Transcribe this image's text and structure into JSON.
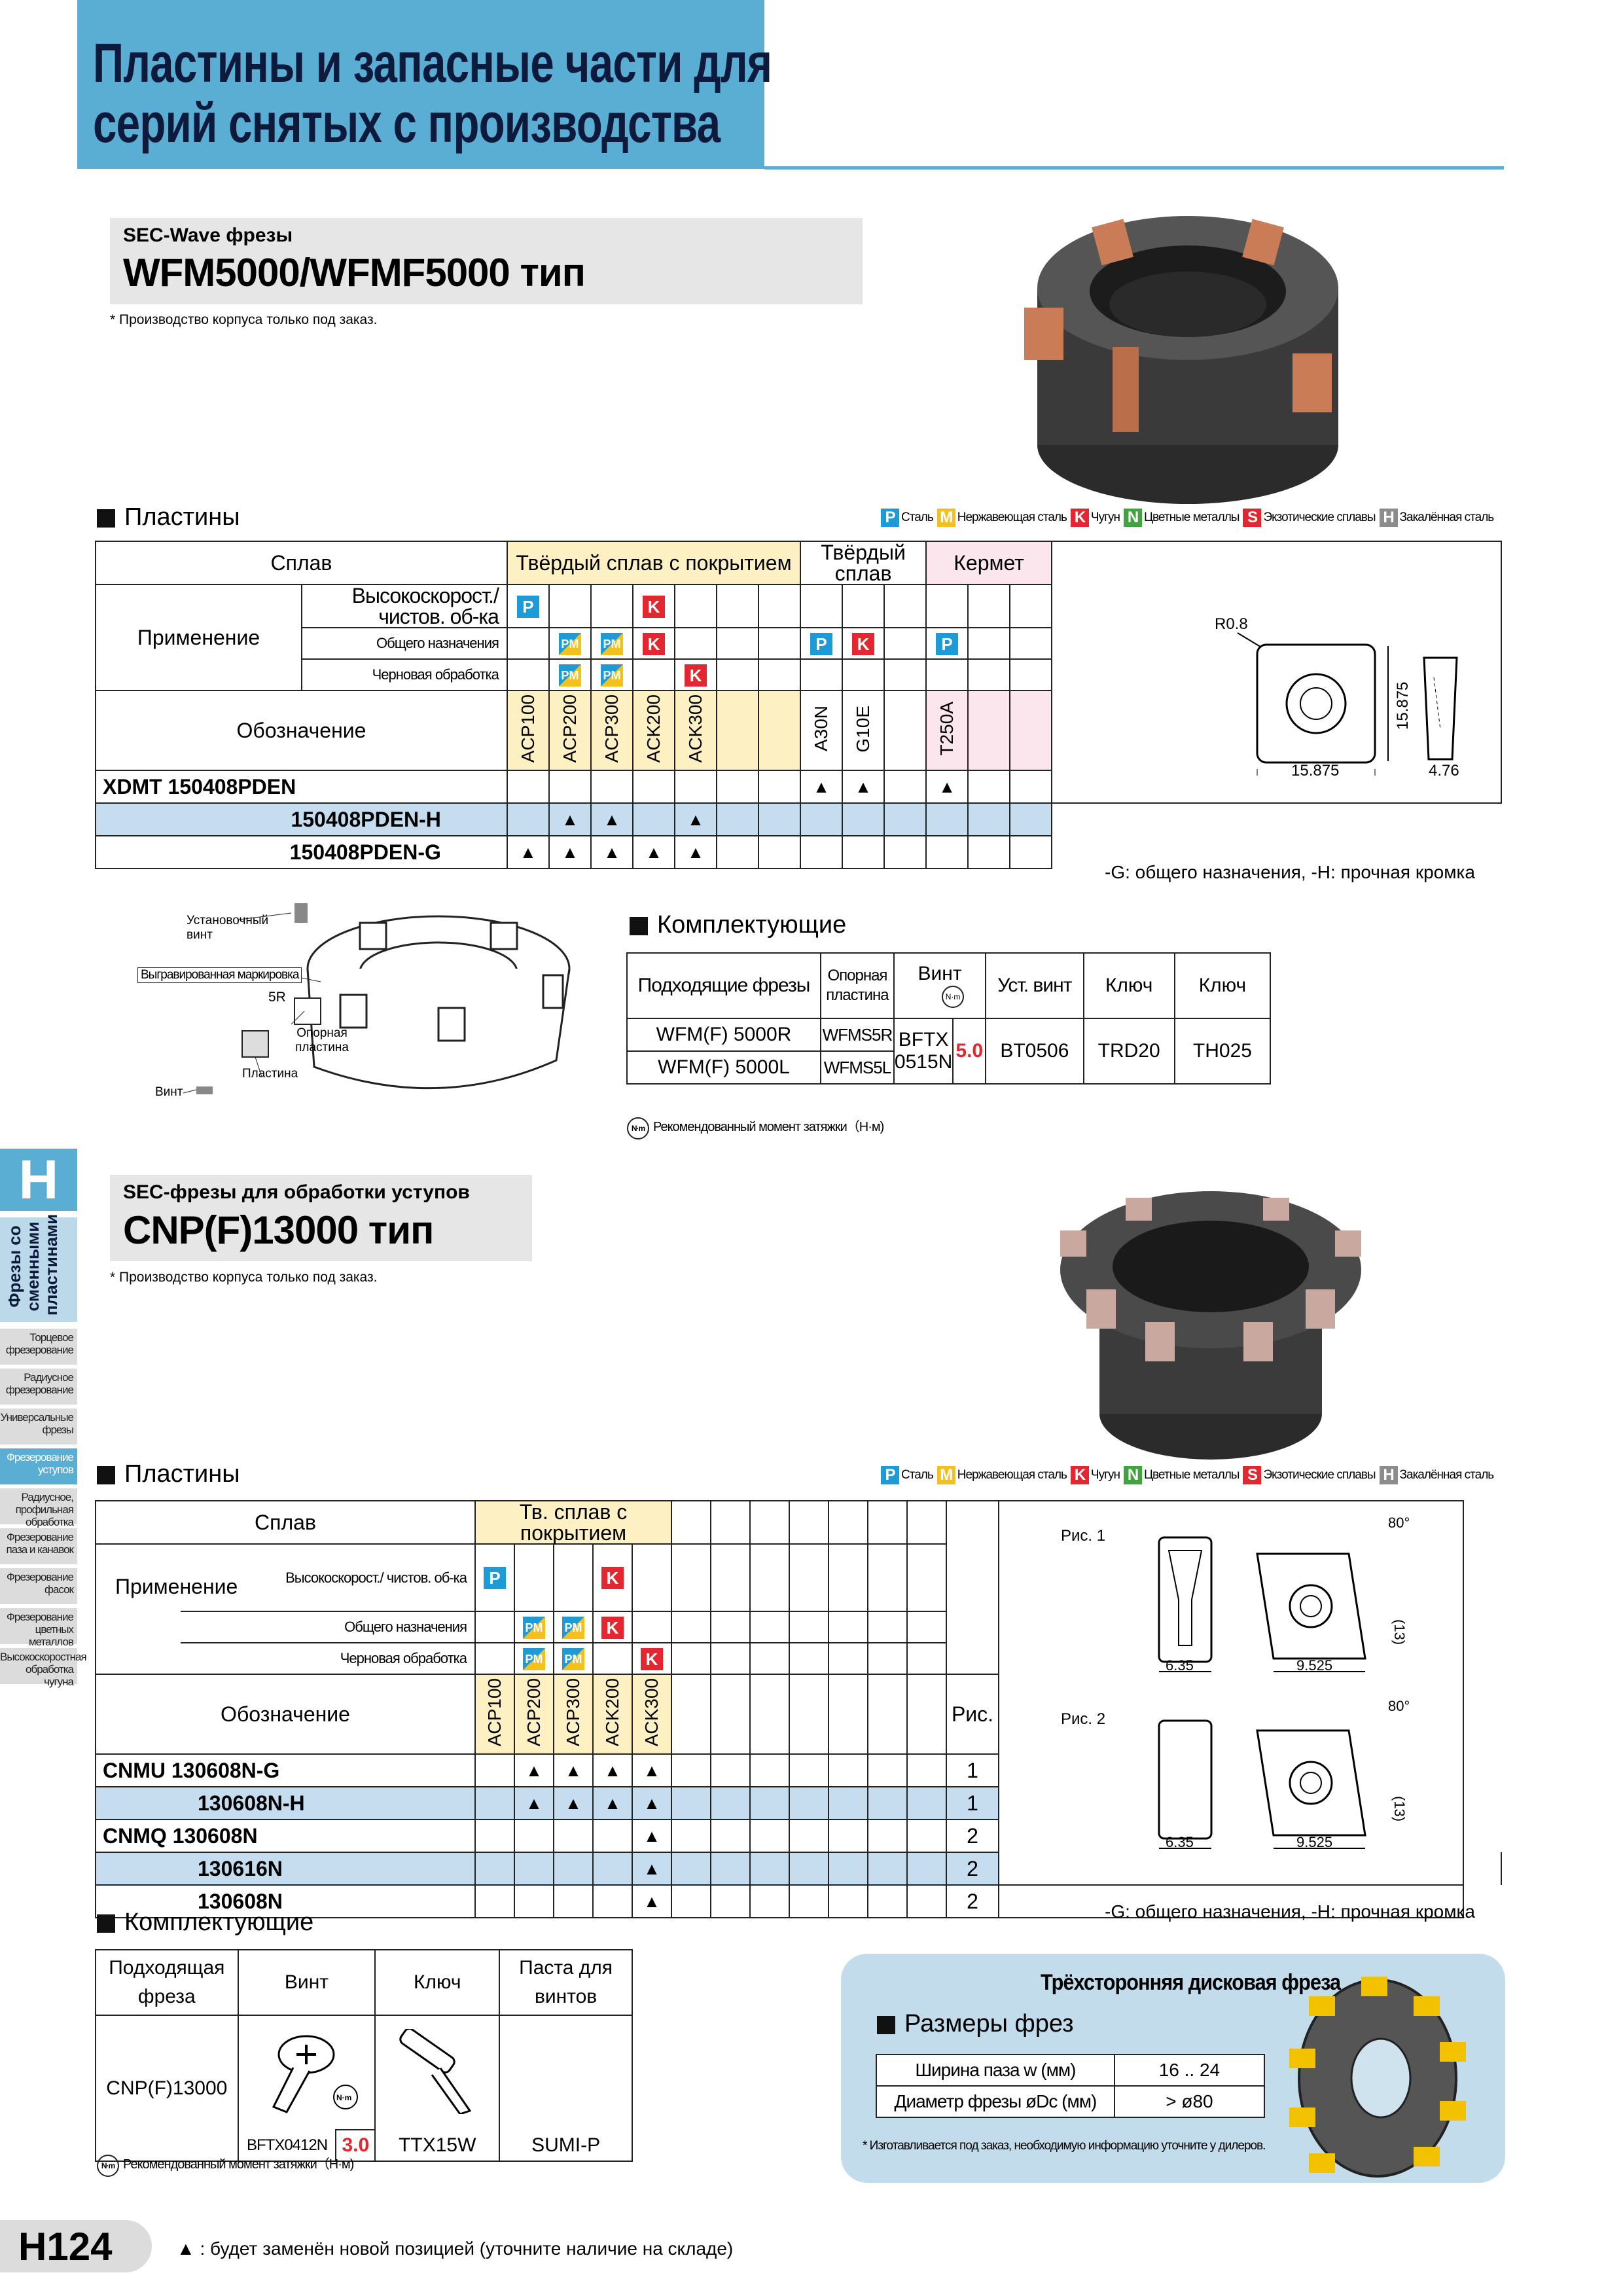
{
  "header": {
    "title_line1": "Пластины и запасные части для",
    "title_line2": "серий снятых с производства"
  },
  "side": {
    "letter": "H",
    "section_label": "Фрезы со сменными пластинами",
    "items": [
      "Торцевое фрезерование",
      "Радиусное фрезерование",
      "Универсальные фрезы",
      "Фрезерование уступов",
      "Радиусное, профильная обработка",
      "Фрезерование паза и канавок",
      "Фрезерование фасок",
      "Фрезерование цветных металлов",
      "Высокоскоростная обработка чугуна"
    ]
  },
  "sec1": {
    "subtitle": "SEC-Wave фрезы",
    "title": "WFM5000/WFMF5000 тип",
    "note": "* Производство корпуса только под заказ."
  },
  "legend": {
    "P": "Сталь",
    "M": "Нержавеющая сталь",
    "K": "Чугун",
    "N": "Цветные металлы",
    "S": "Экзотические сплавы",
    "H": "Закалённая сталь"
  },
  "inserts1": {
    "heading": "Пластины",
    "alloy": "Сплав",
    "coated": "Твёрдый сплав с покрытием",
    "carbide": "Твёрдый сплав",
    "cermet": "Кермет",
    "application": "Применение",
    "app_rows": [
      "Высокоскорост./ чистов. об-ка",
      "Общего назначения",
      "Черновая обработка"
    ],
    "designation": "Обозначение",
    "grades": [
      "ACP100",
      "ACP200",
      "ACP300",
      "ACK200",
      "ACK300",
      "A30N",
      "G10E",
      "T250A"
    ],
    "rows": [
      {
        "prefix": "XDMT",
        "code": "150408PDEN"
      },
      {
        "prefix": "",
        "code": "150408PDEN-H"
      },
      {
        "prefix": "",
        "code": "150408PDEN-G"
      }
    ],
    "dims": {
      "r": "R0.8",
      "a": "15.875",
      "b": "15.875",
      "t": "4.76"
    },
    "footnote": "-G: общего назначения, -H: прочная кромка"
  },
  "diagram1": {
    "screw_set": "Установочный винт",
    "engraving": "Выгравированная маркировка",
    "r5": "5R",
    "support": "Опорная пластина",
    "insert": "Пластина",
    "screw": "Винт"
  },
  "parts1": {
    "heading": "Комплектующие",
    "headers": [
      "Подходящие фрезы",
      "Опорная пластина",
      "Винт",
      "Уст. винт",
      "Ключ",
      "Ключ"
    ],
    "rows": [
      {
        "cutter": "WFM(F) 5000R",
        "plate": "WFMS5R"
      },
      {
        "cutter": "WFM(F) 5000L",
        "plate": "WFMS5L"
      }
    ],
    "screw": "BFTX 0515N",
    "torque": "5.0",
    "set_screw": "BT0506",
    "key1": "TRD20",
    "key2": "TH025",
    "torque_note": "Рекомендованный момент затяжки（Н·м)",
    "nm": "N·m"
  },
  "sec2": {
    "subtitle": "SEC-фрезы для обработки уступов",
    "title": "CNP(F)13000 тип",
    "note": "* Производство корпуса только под заказ."
  },
  "inserts2": {
    "heading": "Пластины",
    "alloy": "Сплав",
    "coated": "Тв. сплав с покрытием",
    "application": "Применение",
    "app_rows": [
      "Высокоскорост./ чистов. об-ка",
      "Общего назначения",
      "Черновая обработка"
    ],
    "designation": "Обозначение",
    "fig": "Рис.",
    "grades": [
      "ACP100",
      "ACP200",
      "ACP300",
      "ACK200",
      "ACK300"
    ],
    "rows": [
      {
        "prefix": "CNMU",
        "code": "130608N-G",
        "fig": "1"
      },
      {
        "prefix": "",
        "code": "130608N-H",
        "fig": "1"
      },
      {
        "prefix": "CNMQ",
        "code": "130608N",
        "fig": "2"
      },
      {
        "prefix": "",
        "code": "130616N",
        "fig": "2"
      },
      {
        "prefix": "",
        "code": "130608N",
        "fig": "2"
      }
    ],
    "fig1": "Рис. 1",
    "fig2": "Рис. 2",
    "dims": {
      "angle": "80°",
      "h": "(13)",
      "w1": "6.35",
      "w2": "9.525"
    },
    "footnote": "-G: общего назначения, -H: прочная кромка"
  },
  "parts2": {
    "heading": "Комплектующие",
    "headers": [
      "Подходящая фреза",
      "Винт",
      "Ключ",
      "Паста для винтов"
    ],
    "cutter": "CNP(F)13000",
    "screw": "BFTX0412N",
    "torque": "3.0",
    "key": "TTX15W",
    "paste": "SUMI-P",
    "torque_note": "Рекомендованный момент затяжки（Н·м)",
    "nm": "N·m"
  },
  "disc": {
    "title": "Трёхсторонняя дисковая фреза",
    "heading": "Размеры фрез",
    "row1_label": "Ширина паза w (мм)",
    "row1_value": "16 .. 24",
    "row2_label": "Диаметр фрезы øDc (мм)",
    "row2_value": "> ø80",
    "note": "* Изготавливается под заказ, необходимую информацию уточните у дилеров."
  },
  "footer": {
    "page": "H124",
    "note": "▲ : будет заменён новой позицией (уточните наличие на складе)"
  }
}
